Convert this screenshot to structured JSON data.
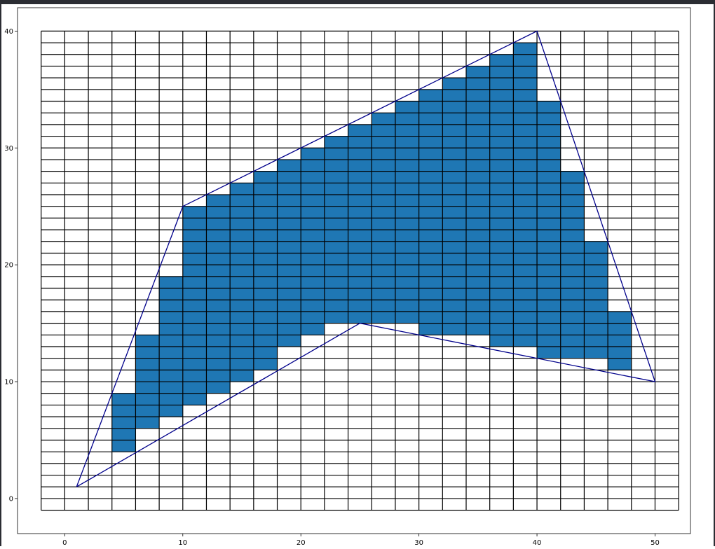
{
  "colors": {
    "cell_fill": "#1f77b4",
    "grid_line": "#000000",
    "polygon_line": "#00008b",
    "window_chrome": "#2b2d33"
  },
  "chart_data": {
    "type": "heatmap",
    "title": "",
    "xlabel": "",
    "ylabel": "",
    "xlim": [
      -4,
      53
    ],
    "ylim": [
      -3,
      42
    ],
    "grid": true,
    "legend": "none",
    "grid_extent": {
      "x": [
        -2,
        52
      ],
      "y": [
        -1,
        40
      ]
    },
    "cell_size": {
      "width": 2,
      "height": 1
    },
    "x_ticks": [
      0,
      10,
      20,
      30,
      40,
      50
    ],
    "y_ticks": [
      0,
      10,
      20,
      30,
      40
    ],
    "x_tick_labels": [
      "0",
      "10",
      "20",
      "30",
      "40",
      "50"
    ],
    "y_tick_labels": [
      "0",
      "10",
      "20",
      "30",
      "40"
    ],
    "filled_columns": [
      {
        "x": 4,
        "y_from": 4,
        "y_to": 9
      },
      {
        "x": 6,
        "y_from": 6,
        "y_to": 14
      },
      {
        "x": 8,
        "y_from": 7,
        "y_to": 19
      },
      {
        "x": 10,
        "y_from": 8,
        "y_to": 25
      },
      {
        "x": 12,
        "y_from": 9,
        "y_to": 26
      },
      {
        "x": 14,
        "y_from": 10,
        "y_to": 27
      },
      {
        "x": 16,
        "y_from": 11,
        "y_to": 28
      },
      {
        "x": 18,
        "y_from": 13,
        "y_to": 29
      },
      {
        "x": 20,
        "y_from": 14,
        "y_to": 30
      },
      {
        "x": 22,
        "y_from": 15,
        "y_to": 31
      },
      {
        "x": 24,
        "y_from": 15,
        "y_to": 32
      },
      {
        "x": 26,
        "y_from": 15,
        "y_to": 33
      },
      {
        "x": 28,
        "y_from": 15,
        "y_to": 34
      },
      {
        "x": 30,
        "y_from": 14,
        "y_to": 35
      },
      {
        "x": 32,
        "y_from": 14,
        "y_to": 36
      },
      {
        "x": 34,
        "y_from": 14,
        "y_to": 37
      },
      {
        "x": 36,
        "y_from": 13,
        "y_to": 38
      },
      {
        "x": 38,
        "y_from": 13,
        "y_to": 39
      },
      {
        "x": 40,
        "y_from": 12,
        "y_to": 34
      },
      {
        "x": 42,
        "y_from": 12,
        "y_to": 28
      },
      {
        "x": 44,
        "y_from": 12,
        "y_to": 22
      },
      {
        "x": 46,
        "y_from": 11,
        "y_to": 16
      }
    ],
    "polygon": [
      [
        1,
        1
      ],
      [
        10,
        25
      ],
      [
        40,
        40
      ],
      [
        50,
        10
      ],
      [
        25,
        15
      ],
      [
        1,
        1
      ]
    ]
  }
}
